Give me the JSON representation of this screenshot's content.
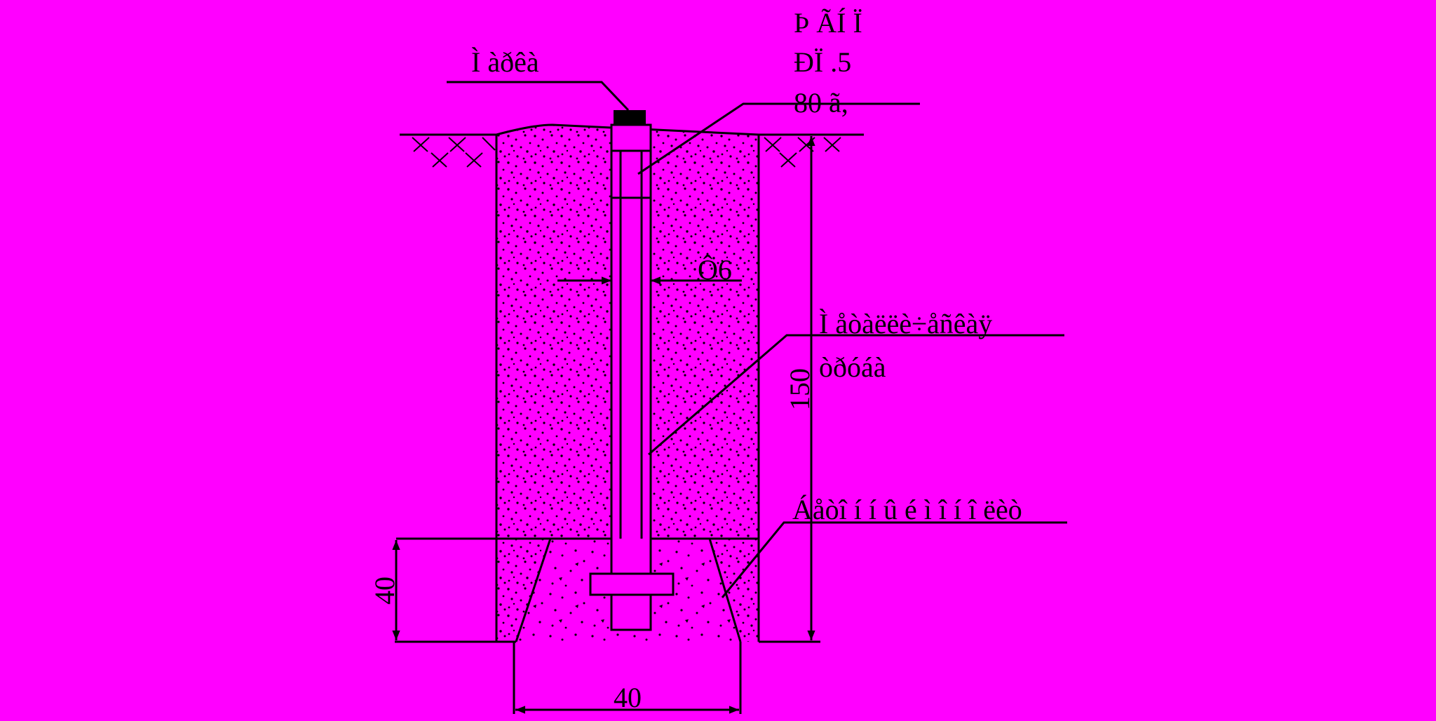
{
  "colors": {
    "background": "#ff00ff",
    "ink": "#000000"
  },
  "labels": {
    "marker": "Ì àðêà",
    "reper_line1": "Þ ÃÍ Ï",
    "reper_line2": "ÐÏ .5",
    "reper_line3": "80 ã,",
    "diameter": "Ô6",
    "pipe_line1": "Ì åòàëëè÷åñêàÿ",
    "pipe_line2": "òðóáà",
    "concrete": "Áåòî í í û é ì î í î ëèò"
  },
  "dimensions": {
    "height_total": "150",
    "anchor_height": "40",
    "anchor_width": "40"
  }
}
